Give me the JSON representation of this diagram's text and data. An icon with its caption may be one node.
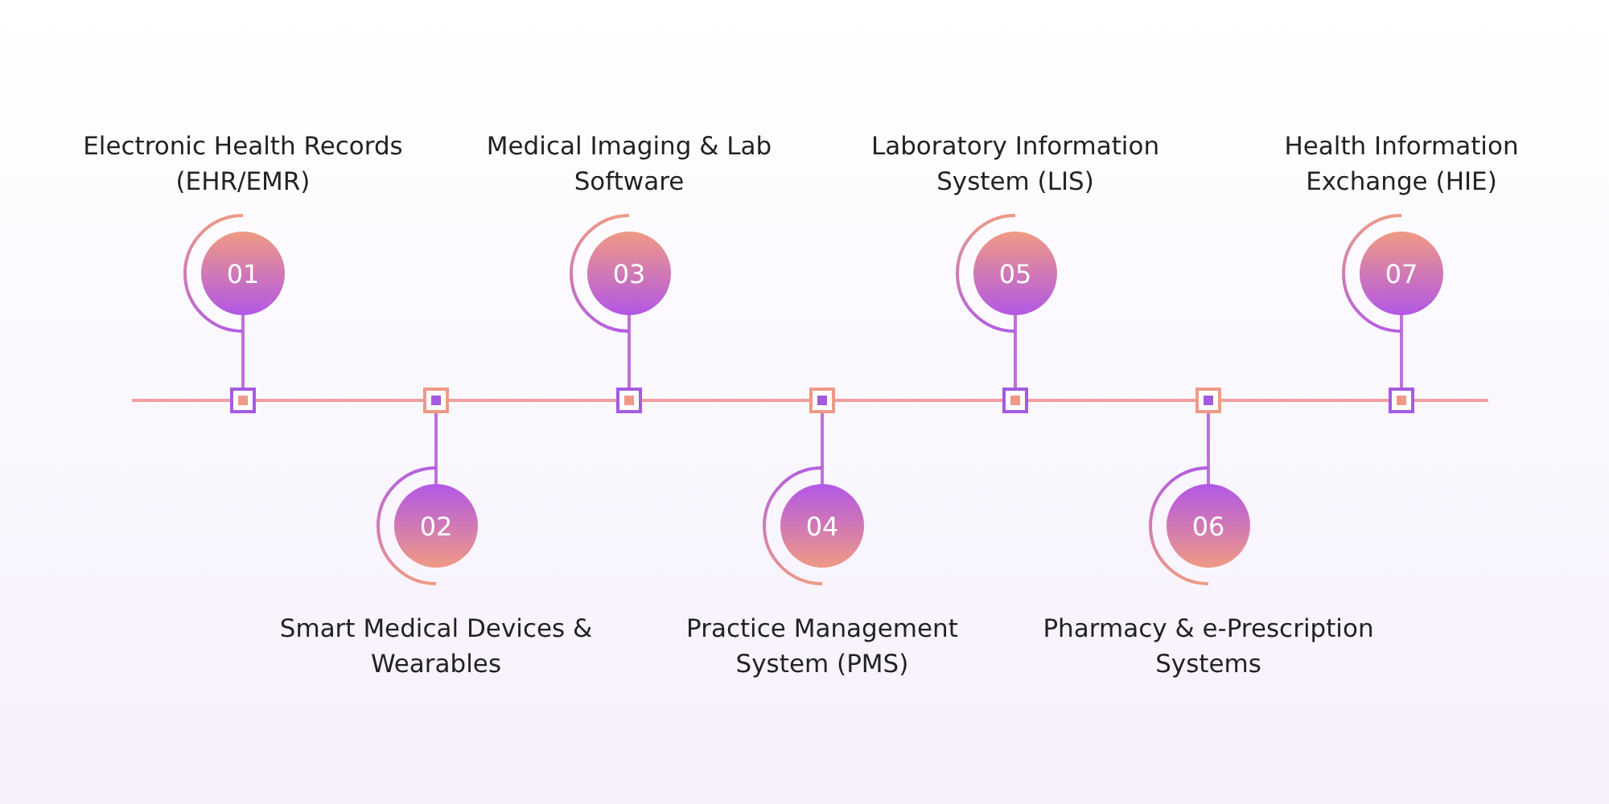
{
  "diagram": {
    "nodes": [
      {
        "text": [
          "01"
        ],
        "beside": [
          "Electronic Health Records (EHR/EMR)"
        ]
      },
      {
        "text": [
          "02"
        ],
        "beside": [
          "Smart Medical Devices & Wearables"
        ]
      },
      {
        "text": [
          "03"
        ],
        "beside": [
          "Medical Imaging & Lab Software"
        ]
      },
      {
        "text": [
          "04"
        ],
        "beside": [
          "Practice Management System (PMS)"
        ]
      },
      {
        "text": [
          "05"
        ],
        "beside": [
          "Laboratory Information System (LIS)"
        ]
      },
      {
        "text": [
          "06"
        ],
        "beside": [
          "Pharmacy & e-Prescription Systems"
        ]
      },
      {
        "text": [
          "07"
        ],
        "beside": [
          "Health Information Exchange (HIE)"
        ]
      },
      {
        "text": [],
        "shape": "box"
      },
      {
        "text": [],
        "shape": "box"
      },
      {
        "text": [],
        "shape": "box"
      },
      {
        "text": [],
        "shape": "box"
      },
      {
        "text": [],
        "shape": "box"
      },
      {
        "text": [],
        "shape": "box"
      },
      {
        "text": [],
        "shape": "box"
      }
    ],
    "edges": [
      {
        "from": 0,
        "to": 7,
        "arrow": "none"
      },
      {
        "from": 1,
        "to": 8,
        "arrow": "none"
      },
      {
        "from": 2,
        "to": 9,
        "arrow": "none"
      },
      {
        "from": 3,
        "to": 10,
        "arrow": "none"
      },
      {
        "from": 4,
        "to": 11,
        "arrow": "none"
      },
      {
        "from": 5,
        "to": 12,
        "arrow": "none"
      },
      {
        "from": 6,
        "to": 13,
        "arrow": "none"
      },
      {
        "from": 7,
        "to": 8,
        "arrow": "none",
        "color": "#f0a0a0"
      },
      {
        "from": 8,
        "to": 9,
        "arrow": "none",
        "color": "#f0a0a0"
      },
      {
        "from": 9,
        "to": 10,
        "arrow": "none",
        "color": "#f0a0a0"
      },
      {
        "from": 10,
        "to": 11,
        "arrow": "none",
        "color": "#f0a0a0"
      },
      {
        "from": 11,
        "to": 12,
        "arrow": "none",
        "color": "#f0a0a0"
      },
      {
        "from": 12,
        "to": 13,
        "arrow": "none",
        "color": "#f0a0a0"
      }
    ]
  }
}
